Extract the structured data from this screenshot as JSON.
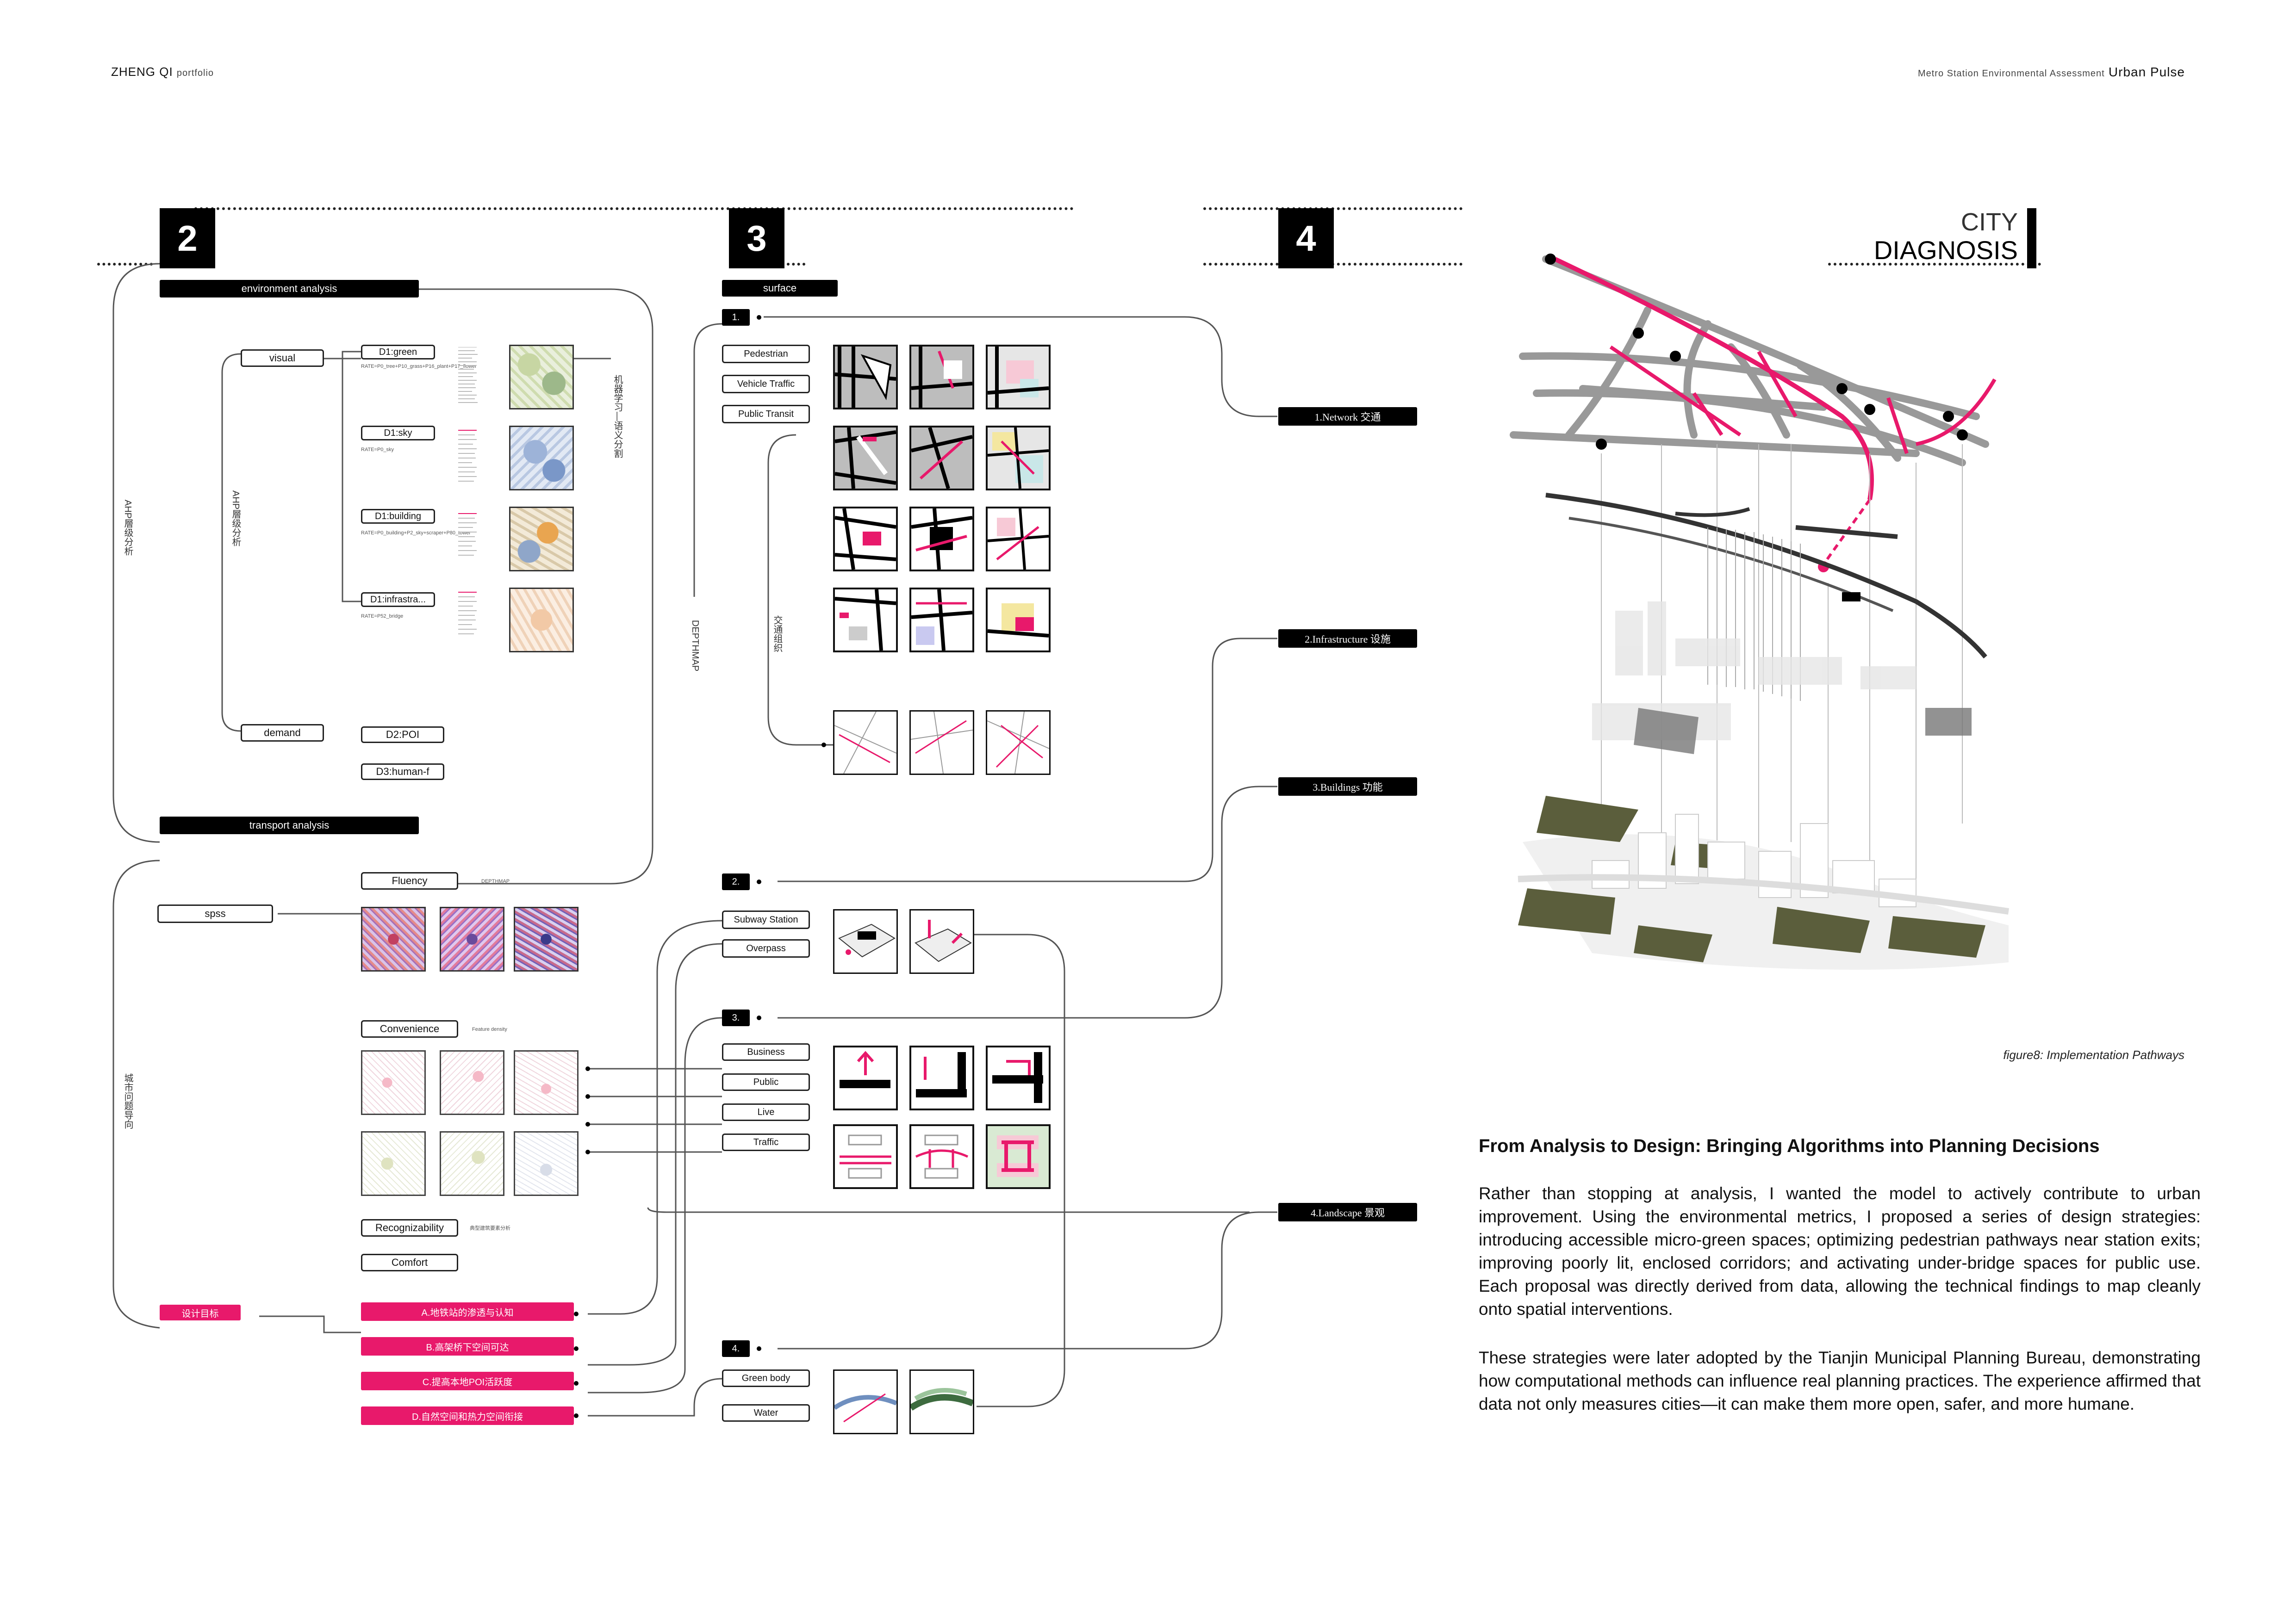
{
  "header": {
    "author": "ZHENG QI",
    "author_sub": "portfolio",
    "project_sub": "Metro Station Environmental Assessment",
    "project": "Urban Pulse"
  },
  "sections": {
    "s2": "2",
    "s3": "3",
    "s4": "4"
  },
  "col2": {
    "env_title": "environment analysis",
    "visual": "visual",
    "demand": "demand",
    "vlabel_outer": "AHP層级分析",
    "vlabel_inner": "AHP層级分析",
    "vlabel_right": "机器学习—语义分割",
    "d1_green": "D1:green",
    "d1_sky": "D1:sky",
    "d1_building": "D1:building",
    "d1_infra": "D1:infrastra...",
    "d2_poi": "D2:POI",
    "d3_human": "D3:human-f",
    "green_formula": "RATE=P0_tree+P10_grass+P16_plant+P17_flower",
    "sky_formula": "RATE=P0_sky",
    "building_formula": "RATE=P0_building+P2_sky+scraper+P80_tower",
    "infra_formula": "RATE=P52_bridge",
    "transport_title": "transport analysis",
    "spss": "spss",
    "fluency": "Fluency",
    "fluency_note": "DEPTHMAP",
    "convenience": "Convenience",
    "convenience_note": "Feature density",
    "recognizability": "Recognizability",
    "recognizability_note": "典型建筑要素分析",
    "comfort": "Comfort",
    "vlabel_transport": "城市问题导向",
    "goal_label": "设计目标",
    "goals": [
      "A.地铁站的渗透与认知",
      "B.高架桥下空间可达",
      "C.提高本地POI活跃度",
      "D.自然空间和热力空间衔接"
    ]
  },
  "col3": {
    "surface": "surface",
    "depthmap": "DEPTHMAP",
    "traffic_label": "交通组织",
    "g1": "1.",
    "g1_items": [
      "Pedestrian",
      "Vehicle Traffic",
      "Public Transit"
    ],
    "g2": "2.",
    "g2_items": [
      "Subway Station",
      "Overpass"
    ],
    "g3": "3.",
    "g3_items": [
      "Business",
      "Public",
      "Live",
      "Traffic"
    ],
    "g4": "4.",
    "g4_items": [
      "Green body",
      "Water"
    ]
  },
  "col4": {
    "items": [
      "1.Network 交通",
      "2.Infrastructure 设施",
      "3.Buildings 功能",
      "4.Landscape 景观"
    ]
  },
  "diagnosis": {
    "line1": "CITY",
    "line2": "DIAGNOSIS",
    "caption": "figure8: Implementation Pathways"
  },
  "article": {
    "heading": "From Analysis to Design: Bringing Algorithms into Planning Decisions",
    "para1": "Rather than stopping at analysis, I wanted the model to actively contribute to urban improvement. Using the environmental metrics, I proposed a series of design strategies: introducing accessible micro-green spaces; optimizing pedestrian pathways near station exits; improving poorly lit, enclosed corridors; and activating under-bridge spaces for public use. Each proposal was directly derived from data, allowing the technical findings to map cleanly onto spatial interventions.",
    "para2": "These strategies were later adopted by the Tianjin Municipal Planning Bureau, demonstrating how computational methods can influence real planning practices. The experience affirmed that data not only measures cities—it can make them more open, safer, and more humane."
  },
  "colors": {
    "accent": "#e8196b",
    "ink": "#111111",
    "olive": "#5b5e3c"
  }
}
